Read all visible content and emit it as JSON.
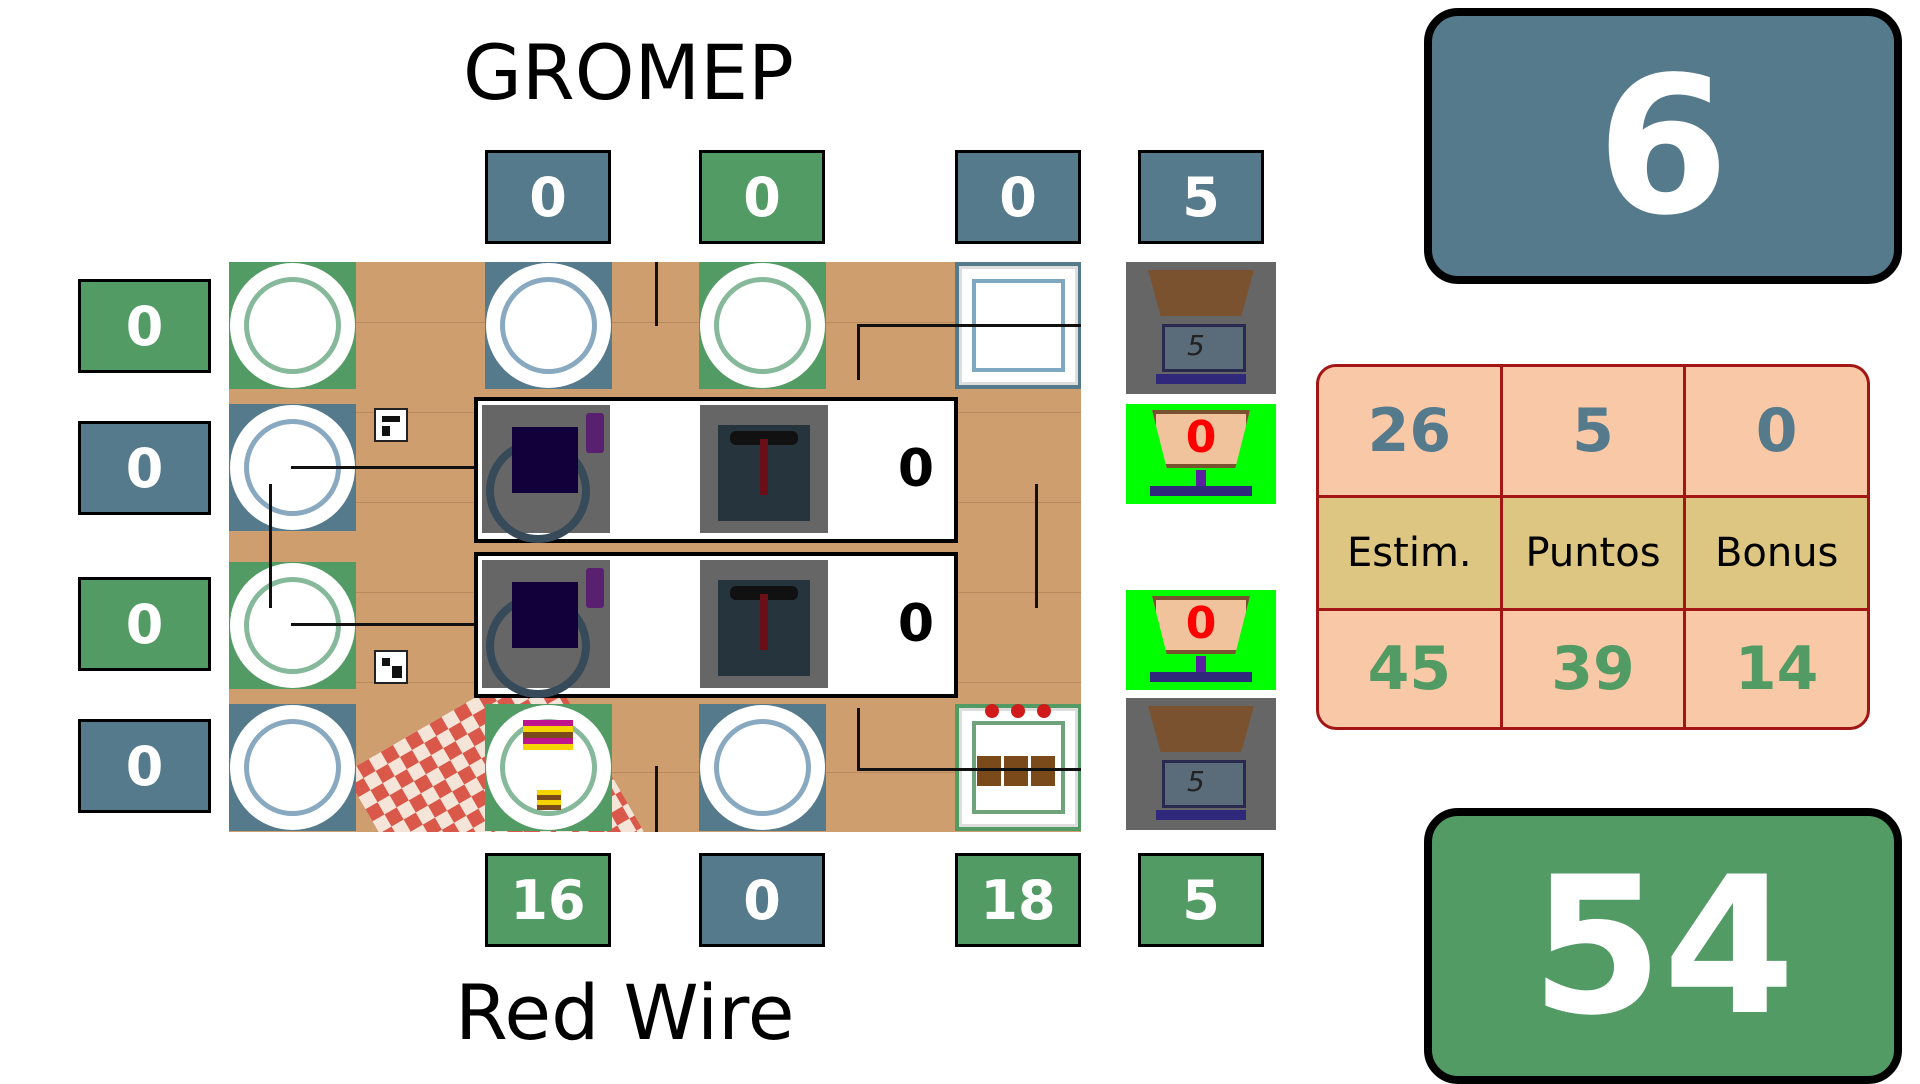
{
  "players": {
    "top_name": "GROMEP",
    "bottom_name": "Red Wire"
  },
  "colors": {
    "blue": "#557a8c",
    "green": "#539b64",
    "bright_green": "#00ff00",
    "red": "#ff0000",
    "stats_bg": "#f9c8a6",
    "stats_header_bg": "#dcc682",
    "stats_border": "#a31616"
  },
  "column_scores_top": [
    "0",
    "0",
    "0",
    "5"
  ],
  "column_scores_bottom": [
    "16",
    "0",
    "18",
    "5"
  ],
  "row_scores_left": [
    "0",
    "0",
    "0",
    "0"
  ],
  "robot_panels": [
    {
      "count": "0",
      "icons": [
        "robot-icon",
        "robot-face-icon"
      ]
    },
    {
      "count": "0",
      "icons": [
        "robot-icon",
        "robot-face-icon"
      ]
    }
  ],
  "scales": [
    {
      "display": "5",
      "icon": "basket-scale-icon"
    },
    {
      "display": "5",
      "icon": "basket-scale-icon"
    }
  ],
  "cups": [
    "0",
    "0"
  ],
  "big_scores": {
    "top": "6",
    "bottom": "54"
  },
  "stats": {
    "top_values": [
      "26",
      "5",
      "0"
    ],
    "labels": [
      "Estim.",
      "Puntos",
      "Bonus"
    ],
    "bottom_values": [
      "45",
      "39",
      "14"
    ]
  }
}
